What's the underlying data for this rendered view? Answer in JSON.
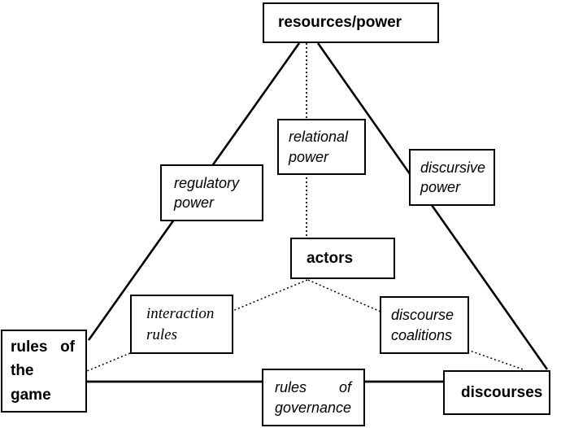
{
  "nodes": {
    "resources_power": {
      "label": "resources/power"
    },
    "relational_power": {
      "line1": "relational",
      "line2": "power"
    },
    "regulatory_power": {
      "line1": "regulatory",
      "line2": "power"
    },
    "discursive_power": {
      "line1": "discursive",
      "line2": "power"
    },
    "actors": {
      "label": "actors"
    },
    "interaction_rules": {
      "line1": "interaction",
      "line2": "rules"
    },
    "discourse_coalitions": {
      "line1": "discourse",
      "line2": "coalitions"
    },
    "rules_of_the_game": {
      "line1_left": "rules",
      "line1_right": "of",
      "line2": "the",
      "line3": "game"
    },
    "rules_of_governance": {
      "line1_left": "rules",
      "line1_right": "of",
      "line2": "governance"
    },
    "discourses": {
      "label": "discourses"
    }
  },
  "colors": {
    "line": "#000000",
    "box_border": "#000000",
    "box_fill": "#ffffff",
    "text": "#000000",
    "background": "#ffffff"
  }
}
